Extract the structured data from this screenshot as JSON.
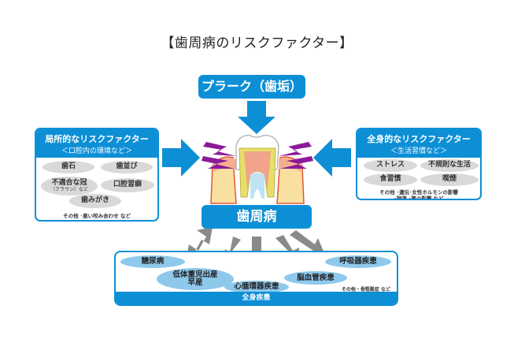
{
  "title": "【歯周病のリスクファクター】",
  "colors": {
    "accent": "#0d8fd6",
    "pill_gray": "#d9d9d9",
    "disease_pill": "#8ec9ec",
    "arrow_gray": "#8a8a8a",
    "lightning": "#8b1a9a"
  },
  "center": {
    "plaque_label": "プラーク（歯垢）",
    "disease_label": "歯周病",
    "illustration": "tooth-cross-section"
  },
  "local_factors": {
    "title": "局所的なリスクファクター",
    "subtitle": "＜口腔内の環境など＞",
    "items": [
      {
        "label": "歯石"
      },
      {
        "label": "歯並び"
      },
      {
        "label": "不適合な冠",
        "sub": "（クラウン）など"
      },
      {
        "label": "口腔習癖"
      },
      {
        "label": "歯みがき"
      }
    ],
    "note": "その他 ･悪い咬み合わせ など"
  },
  "systemic_factors": {
    "title": "全身的なリスクファクター",
    "subtitle": "＜生活習慣など＞",
    "items": [
      {
        "label": "ストレス"
      },
      {
        "label": "不規則な生活"
      },
      {
        "label": "食習慣"
      },
      {
        "label": "喫煙"
      }
    ],
    "note_line1": "その他 ･遺伝･女性ホルモンの影響",
    "note_line2": "･肥満 ･薬の影響 など"
  },
  "systemic_diseases": {
    "footer": "全身疾患",
    "items": [
      {
        "label": "糖尿病"
      },
      {
        "label": "低体重児出産",
        "label2": "早産"
      },
      {
        "label": "心循環器疾患"
      },
      {
        "label": "脳血管疾患"
      },
      {
        "label": "呼吸器疾患"
      }
    ],
    "note": "その他・骨粗鬆症 など"
  }
}
